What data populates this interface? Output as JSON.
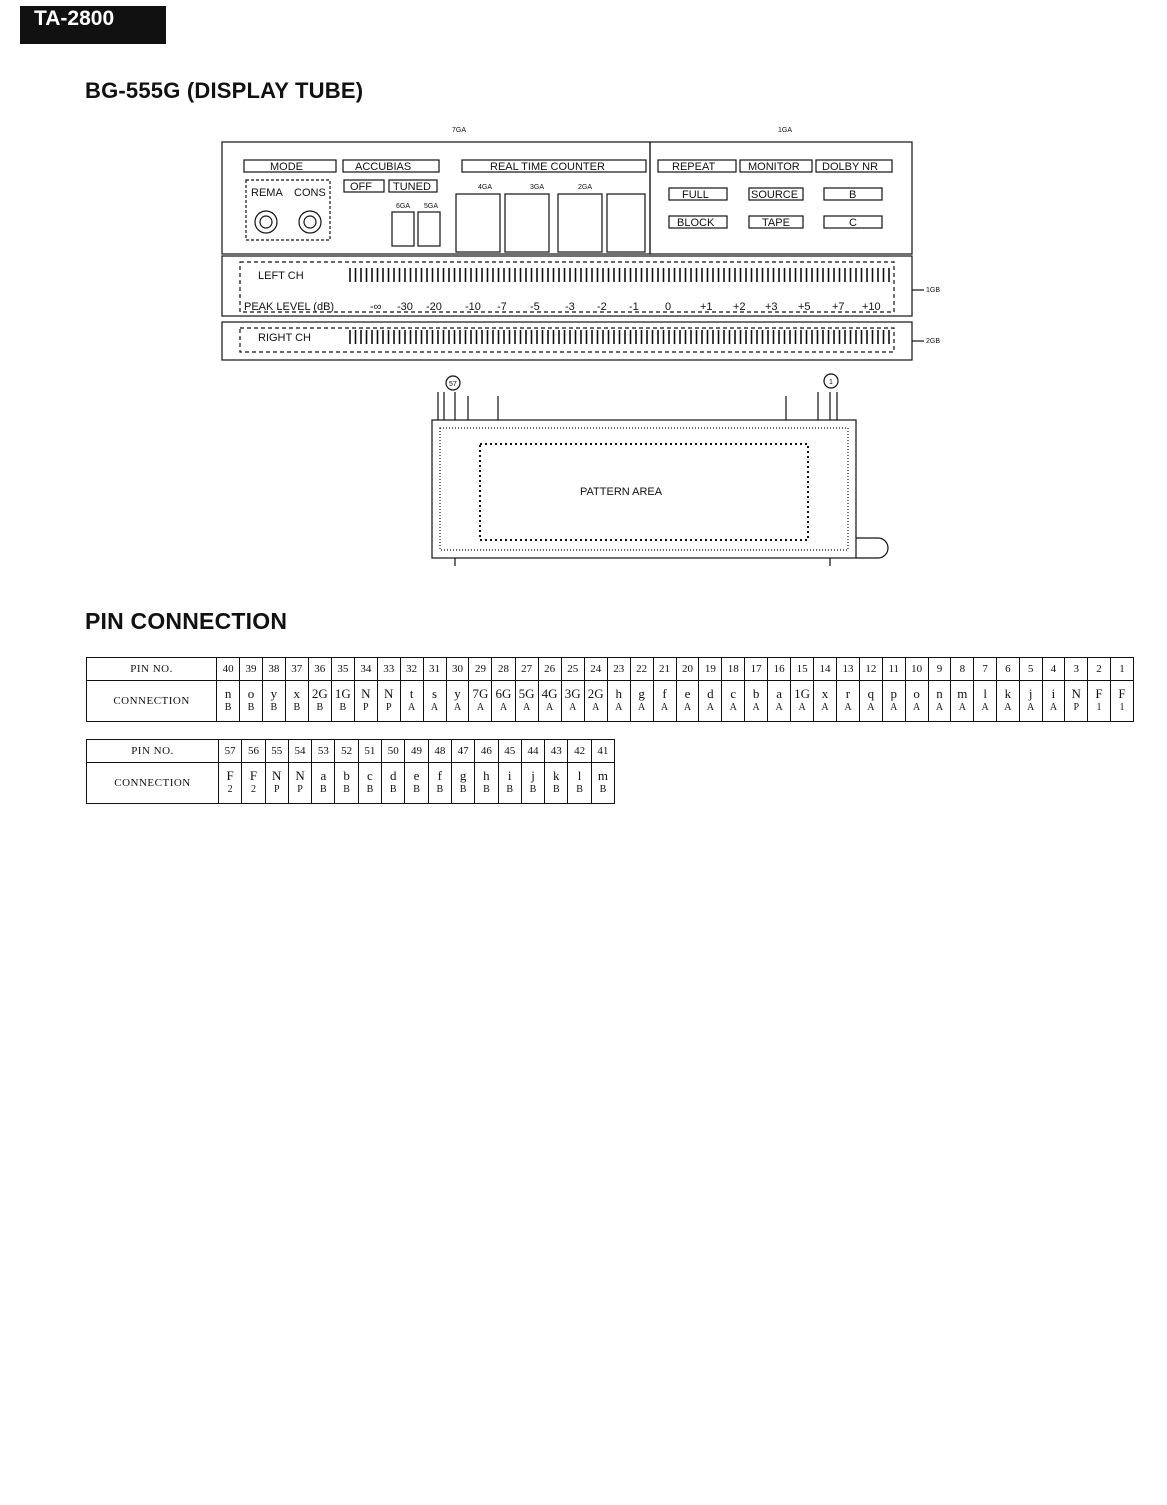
{
  "header": {
    "model": "TA-2800"
  },
  "section1": {
    "title": "BG-555G (DISPLAY TUBE)"
  },
  "section2": {
    "title": "PIN CONNECTION"
  },
  "display": {
    "grid_top_labels": [
      "7GA",
      "1GA"
    ],
    "mode_label": "MODE",
    "accubias_label": "ACCUBIAS",
    "counter_label": "REAL TIME COUNTER",
    "repeat_label": "REPEAT",
    "monitor_label": "MONITOR",
    "dolby_label": "DOLBY NR",
    "rema_label": "REMA",
    "cons_label": "CONS",
    "off_label": "OFF",
    "tuned_label": "TUNED",
    "full_label": "FULL",
    "block_label": "BLOCK",
    "source_label": "SOURCE",
    "tape_label": "TAPE",
    "b_label": "B",
    "c_label": "C",
    "grid_digit_labels": [
      "6GA",
      "5GA",
      "4GA",
      "3GA",
      "2GA"
    ],
    "left_ch_label": "LEFT CH",
    "right_ch_label": "RIGHT CH",
    "peak_label": "PEAK LEVEL (dB)",
    "peak_scale": [
      "-∞",
      "-30",
      "-20",
      "-10",
      "-7",
      "-5",
      "-3",
      "-2",
      "-1",
      "0",
      "+1",
      "+2",
      "+3",
      "+5",
      "+7",
      "+10"
    ],
    "grid_1gb": "1GB",
    "grid_2gb": "2GB",
    "pin_marker_left": "57",
    "pin_marker_right": "1",
    "pattern_area": "PATTERN   AREA"
  },
  "pin_table_1": {
    "head_pin": "PIN NO.",
    "head_conn": "CONNECTION",
    "pins": [
      "40",
      "39",
      "38",
      "37",
      "36",
      "35",
      "34",
      "33",
      "32",
      "31",
      "30",
      "29",
      "28",
      "27",
      "26",
      "25",
      "24",
      "23",
      "22",
      "21",
      "20",
      "19",
      "18",
      "17",
      "16",
      "15",
      "14",
      "13",
      "12",
      "11",
      "10",
      "9",
      "8",
      "7",
      "6",
      "5",
      "4",
      "3",
      "2",
      "1"
    ],
    "conn_top": [
      "n",
      "o",
      "y",
      "x",
      "2G",
      "1G",
      "N",
      "N",
      "t",
      "s",
      "y",
      "7G",
      "6G",
      "5G",
      "4G",
      "3G",
      "2G",
      "h",
      "g",
      "f",
      "e",
      "d",
      "c",
      "b",
      "a",
      "1G",
      "x",
      "r",
      "q",
      "p",
      "o",
      "n",
      "m",
      "l",
      "k",
      "j",
      "i",
      "N",
      "F",
      "F"
    ],
    "conn_bot": [
      "B",
      "B",
      "B",
      "B",
      "B",
      "B",
      "P",
      "P",
      "A",
      "A",
      "A",
      "A",
      "A",
      "A",
      "A",
      "A",
      "A",
      "A",
      "A",
      "A",
      "A",
      "A",
      "A",
      "A",
      "A",
      "A",
      "A",
      "A",
      "A",
      "A",
      "A",
      "A",
      "A",
      "A",
      "A",
      "A",
      "A",
      "P",
      "1",
      "1"
    ]
  },
  "pin_table_2": {
    "head_pin": "PIN NO.",
    "head_conn": "CONNECTION",
    "pins": [
      "57",
      "56",
      "55",
      "54",
      "53",
      "52",
      "51",
      "50",
      "49",
      "48",
      "47",
      "46",
      "45",
      "44",
      "43",
      "42",
      "41"
    ],
    "conn_top": [
      "F",
      "F",
      "N",
      "N",
      "a",
      "b",
      "c",
      "d",
      "e",
      "f",
      "g",
      "h",
      "i",
      "j",
      "k",
      "l",
      "m"
    ],
    "conn_bot": [
      "2",
      "2",
      "P",
      "P",
      "B",
      "B",
      "B",
      "B",
      "B",
      "B",
      "B",
      "B",
      "B",
      "B",
      "B",
      "B",
      "B"
    ]
  }
}
